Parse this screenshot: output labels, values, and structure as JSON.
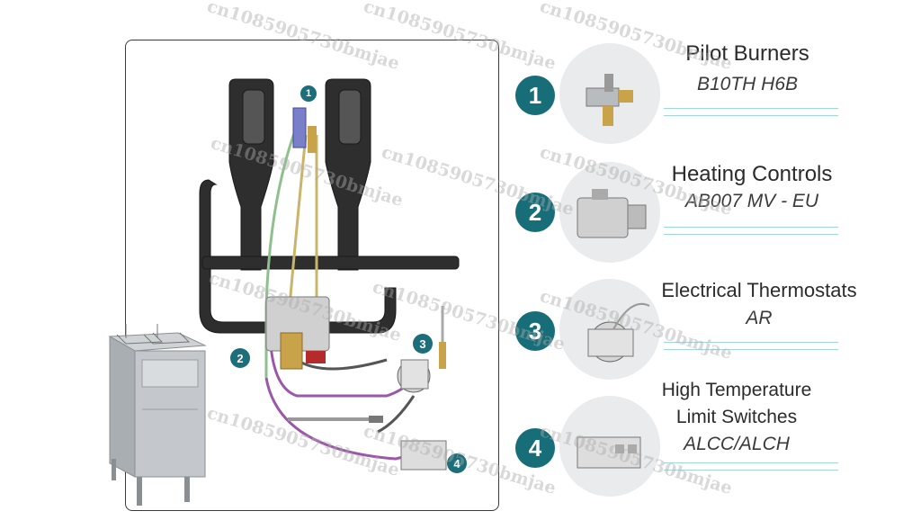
{
  "watermark": "cn1085905730bmjae",
  "diagram": {
    "callouts": [
      "1",
      "2",
      "3",
      "4"
    ]
  },
  "parts": [
    {
      "number": "1",
      "title": "Pilot Burners",
      "model": "B10TH H6B",
      "icon": "pilot-burner-photo"
    },
    {
      "number": "2",
      "title": "Heating Controls",
      "model": "AB007 MV - EU",
      "icon": "gas-valve-photo"
    },
    {
      "number": "3",
      "title": "Electrical Thermostats",
      "model": "AR",
      "icon": "thermostat-photo"
    },
    {
      "number": "4",
      "title_line1": "High Temperature",
      "title_line2": "Limit Switches",
      "model": "ALCC/ALCH",
      "icon": "limit-switch-photo"
    }
  ],
  "colors": {
    "badge": "#176e78",
    "accent_line": "#9fd7de",
    "burner": "#2a2a2a"
  }
}
